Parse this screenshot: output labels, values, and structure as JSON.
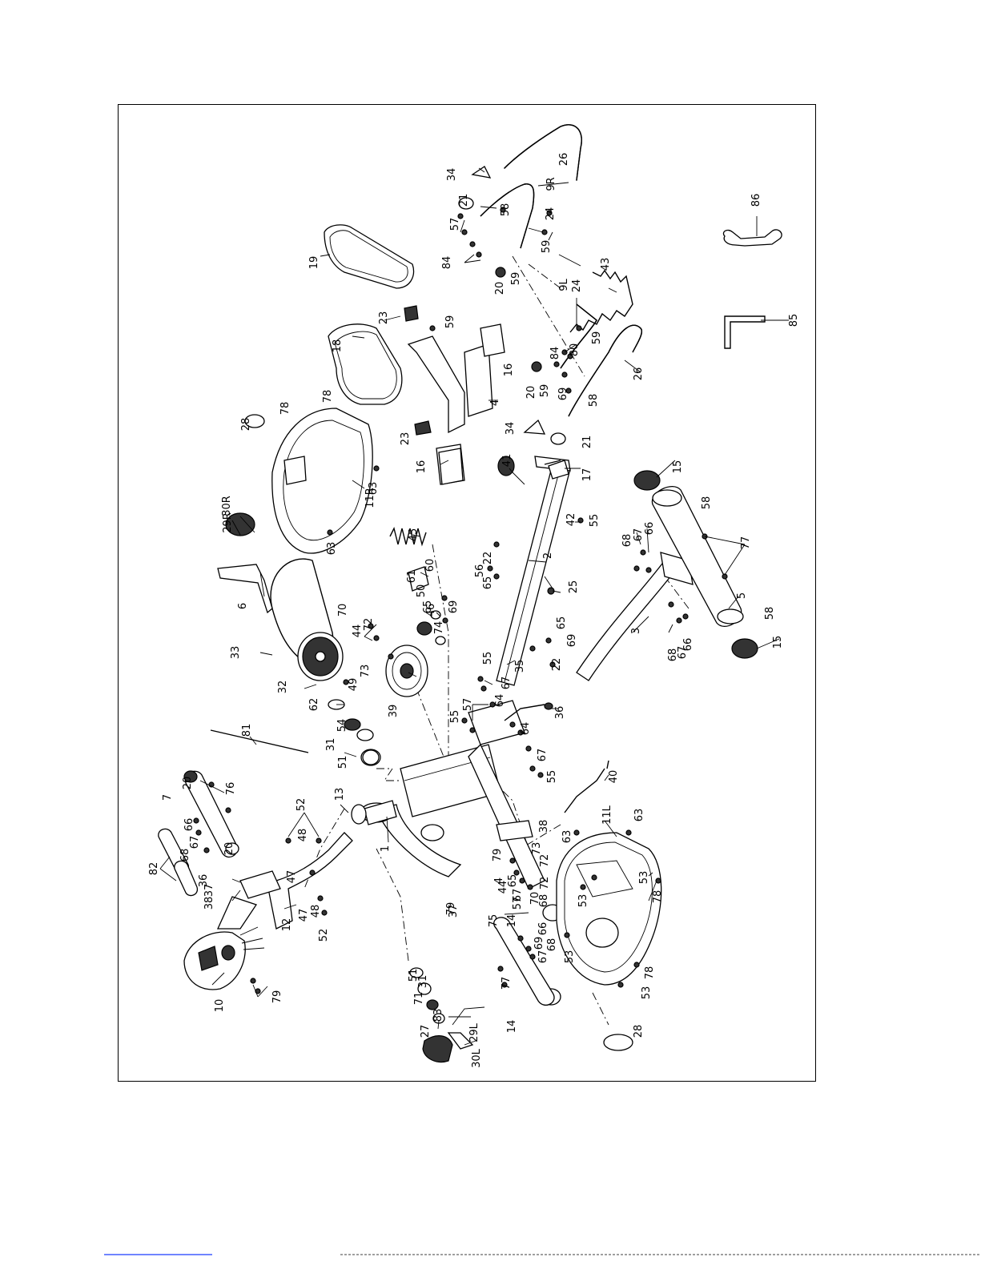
{
  "labels": [
    "1",
    "2",
    "3",
    "4",
    "5",
    "6",
    "7",
    "9L",
    "9R",
    "10",
    "11L",
    "11R",
    "12",
    "13",
    "14",
    "15",
    "16",
    "17",
    "18",
    "19",
    "20",
    "21",
    "22",
    "23",
    "24",
    "25",
    "26",
    "27",
    "28",
    "29L",
    "29R",
    "30L",
    "30R",
    "31",
    "32",
    "33",
    "34",
    "35",
    "36",
    "37",
    "38",
    "39",
    "40",
    "41",
    "42",
    "43",
    "44",
    "45",
    "46",
    "47",
    "48",
    "49",
    "50",
    "51",
    "52",
    "53",
    "54",
    "55",
    "56",
    "57",
    "58",
    "59",
    "60",
    "61",
    "62",
    "63",
    "64",
    "65",
    "66",
    "67",
    "68",
    "69",
    "70",
    "71",
    "72",
    "73",
    "74",
    "75",
    "76",
    "77",
    "78",
    "79",
    "80",
    "81",
    "82",
    "83",
    "84",
    "85",
    "86"
  ],
  "colors": {
    "line": "#000000",
    "background": "#ffffff",
    "footer_link": "#1a3cff"
  }
}
